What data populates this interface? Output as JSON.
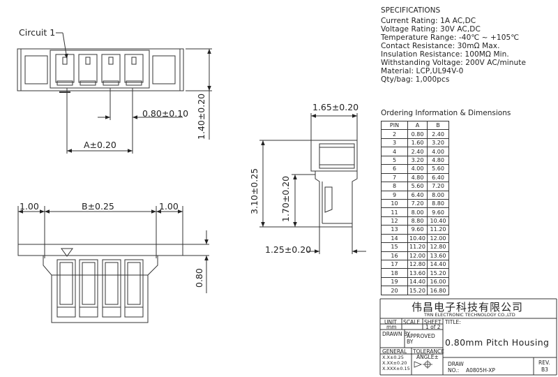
{
  "spec": {
    "heading": "SPECIFICATIONS",
    "lines": [
      "Current Rating: 1A AC,DC",
      "Voltage Rating: 30V AC,DC",
      "Temperature Range: -40℃ ~ +105℃",
      "Contact Resistance: 30mΩ Max.",
      "Insulation Resistance: 100MΩ Min.",
      "Withstanding Voltage: 200V AC/minute",
      "Material: LCP,UL94V-0",
      "Qty/bag: 1,000pcs"
    ]
  },
  "ordering": {
    "heading": "Ordering Information & Dimensions",
    "columns": [
      "PIN",
      "A",
      "B"
    ],
    "rows": [
      [
        "2",
        "0.80",
        "2.40"
      ],
      [
        "3",
        "1.60",
        "3.20"
      ],
      [
        "4",
        "2.40",
        "4.00"
      ],
      [
        "5",
        "3.20",
        "4.80"
      ],
      [
        "6",
        "4.00",
        "5.60"
      ],
      [
        "7",
        "4.80",
        "6.40"
      ],
      [
        "8",
        "5.60",
        "7.20"
      ],
      [
        "9",
        "6.40",
        "8.00"
      ],
      [
        "10",
        "7.20",
        "8.80"
      ],
      [
        "11",
        "8.00",
        "9.60"
      ],
      [
        "12",
        "8.80",
        "10.40"
      ],
      [
        "13",
        "9.60",
        "11.20"
      ],
      [
        "14",
        "10.40",
        "12.00"
      ],
      [
        "15",
        "11.20",
        "12.80"
      ],
      [
        "16",
        "12.00",
        "13.60"
      ],
      [
        "17",
        "12.80",
        "14.40"
      ],
      [
        "18",
        "13.60",
        "15.20"
      ],
      [
        "19",
        "14.40",
        "16.00"
      ],
      [
        "20",
        "15.20",
        "16.80"
      ]
    ]
  },
  "labels": {
    "circuit": "Circuit 1",
    "pitch": "0.80±0.10",
    "a_dim": "A±0.20",
    "height": "1.40±0.20",
    "b_dim": "B±0.25",
    "left_margin": "1.00",
    "right_margin": "1.00",
    "side_depth": "0.80",
    "top_width": "1.65±0.20",
    "side_height": "3.10±0.25",
    "inner_height": "1.70±0.20",
    "bottom_width": "1.25±0.20"
  },
  "title_block": {
    "company_cn": "伟昌电子科技有限公司",
    "company_en": "TRN ELECTRONIC TECHNOLOGY CO.,LTD",
    "unit_label": "UNIT",
    "unit_value": "mm",
    "scale_label": "SCALE",
    "sheet_label": "SHEET",
    "sheet_value": "1 of 2",
    "title_label": "TITLE:",
    "drawn_by": "DRAWN BY",
    "approved_by": "APPROVED BY",
    "title_value": "0.80mm Pitch Housing",
    "general": "GENERAL",
    "tolerance": "TOLERANCE",
    "tol1": "X.X±0.25",
    "tol2": "X.XX±0.20",
    "tol3": "X.XXX±0.15",
    "angle": "ANGLE±",
    "draw_label": "DRAW",
    "no_label": "NO.:",
    "draw_no": "A0805H-XP",
    "rev_label": "REV.",
    "rev_value": "B3"
  }
}
